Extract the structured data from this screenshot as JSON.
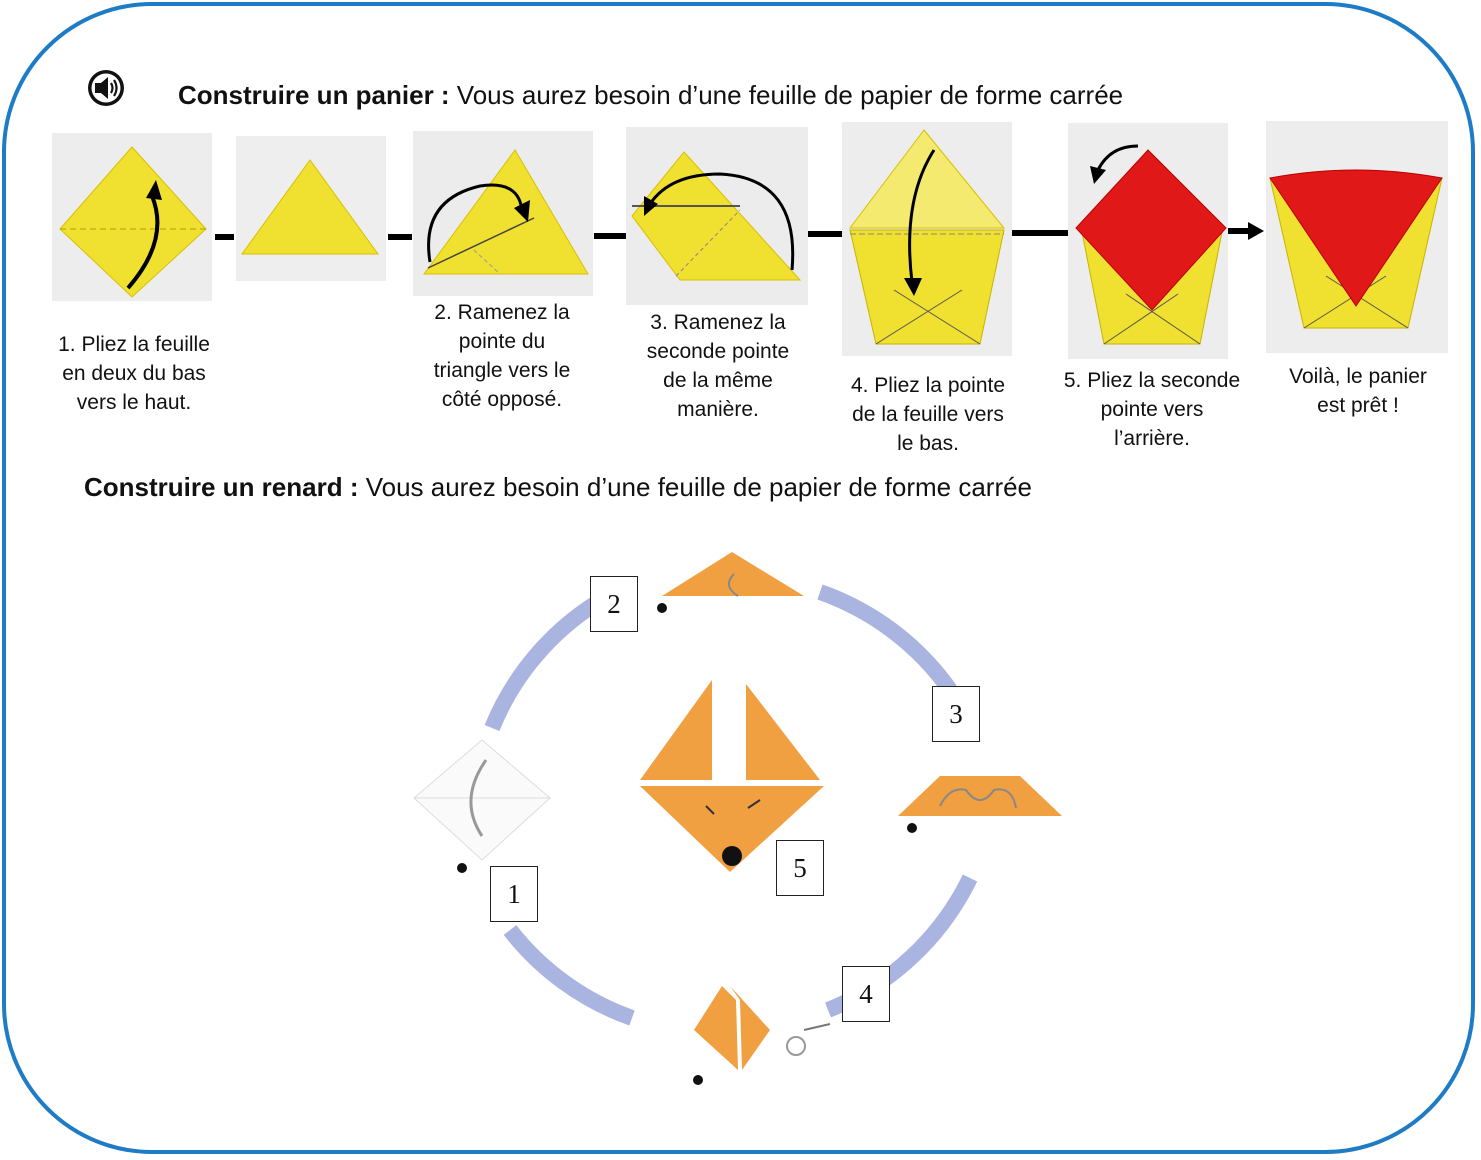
{
  "panier": {
    "title_bold": "Construire un panier :",
    "title_rest": " Vous aurez besoin d’une feuille de papier de forme carrée",
    "steps": [
      {
        "caption": "1. Pliez la feuille\nen deux du bas\nvers le haut."
      },
      {
        "caption": ""
      },
      {
        "caption": "2. Ramenez la\npointe du\ntriangle vers le\ncôté opposé."
      },
      {
        "caption": "3. Ramenez la\nseconde pointe\nde la même\nmanière."
      },
      {
        "caption": "4. Pliez la pointe\nde la feuille vers\nle bas."
      },
      {
        "caption": "5. Pliez la seconde\npointe vers\nl’arrière."
      },
      {
        "caption": "Voilà, le panier\nest prêt !"
      }
    ]
  },
  "renard": {
    "title_bold": "Construire un renard :",
    "title_rest": " Vous aurez besoin d’une feuille de papier de forme carrée",
    "labels": [
      "1",
      "2",
      "3",
      "4",
      "5"
    ]
  },
  "icons": {
    "speaker": "speaker-icon"
  },
  "colors": {
    "border": "#1e7bc6",
    "yellow": "#f0e030",
    "red": "#e01818",
    "orange": "#f0a040",
    "cycle": "#aab4e0"
  }
}
